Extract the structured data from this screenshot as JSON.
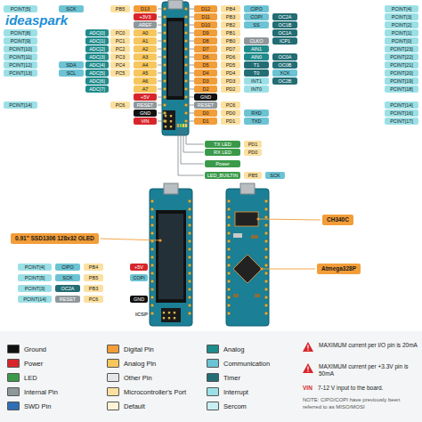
{
  "diagram": {
    "nodes": [
      {
        "text": [
          "0.91\" SSD1306 128x32 OLED"
        ]
      },
      {
        "text": [
          "CH340C"
        ]
      },
      {
        "text": [
          "Atmega328P"
        ]
      }
    ],
    "labels": [
      "ideaspark",
      "PCINT[5]",
      "SCK",
      "PB5",
      "D13",
      "+3V3",
      "AREF",
      "PCINT[8]",
      "ADC[0]",
      "PC0",
      "A0",
      "PCINT[9]",
      "ADC[1]",
      "PC1",
      "A1",
      "PCINT[10]",
      "ADC[2]",
      "PC2",
      "A2",
      "PCINT[11]",
      "ADC[3]",
      "PC3",
      "A3",
      "PCINT[12]",
      "SDA",
      "ADC[4]",
      "PC4",
      "A4",
      "PCINT[13]",
      "SCL",
      "ADC[5]",
      "PC5",
      "A5",
      "ADC[6]",
      "A6",
      "ADC[7]",
      "A7",
      "+5V",
      "PCINT[14]",
      "PC6",
      "RESET",
      "GND",
      "VIN",
      "D12",
      "PB4",
      "CIPO",
      "PCINT[4]",
      "D11",
      "PB3",
      "COPI",
      "OC2A",
      "PCINT[3]",
      "D10",
      "PB2",
      "SS",
      "OC1B",
      "PCINT[2]",
      "D9",
      "PB1",
      "OC1A",
      "PCINT[1]",
      "D8",
      "PB0",
      "CLKO",
      "ICP1",
      "PCINT[0]",
      "D7",
      "PD7",
      "AIN1",
      "PCINT[23]",
      "D6",
      "PD6",
      "AIN0",
      "OC0A",
      "PCINT[22]",
      "D5",
      "PD5",
      "T1",
      "OC0B",
      "PCINT[21]",
      "D4",
      "PD4",
      "T0",
      "XCK",
      "PCINT[20]",
      "D3",
      "PD3",
      "INT1",
      "OC2B",
      "PCINT[19]",
      "D2",
      "PD2",
      "INT0",
      "PCINT[18]",
      "GND",
      "RESET",
      "PC6",
      "PCINT[14]",
      "D0",
      "PD0",
      "RXD",
      "PCINT[16]",
      "D1",
      "PD1",
      "TXD",
      "PCINT[17]",
      "TX LED",
      "PD1",
      "RX LED",
      "PD0",
      "Power",
      "LED_BUILTIN",
      "PB5",
      "SCK",
      "ICSP",
      "PCINT[4]",
      "CIPO",
      "PB4",
      "+5V",
      "PCINT[5]",
      "SCK",
      "PB5",
      "COPI",
      "PCINT[3]",
      "OC2A",
      "PB3",
      "PCINT[14]",
      "RESET",
      "PC6",
      "GND",
      "MAXIMUM current per I/O pin is 20mA",
      "MAXIMUM current per +3.3V pin is 50mA",
      "VIN",
      "7-12 V input to the board.",
      "NOTE: CIPO/COPI have previously been referred to as MISO/MOSI"
    ],
    "legend": [
      {
        "text": "Ground",
        "color": "#111111"
      },
      {
        "text": "Power",
        "color": "#d7262b"
      },
      {
        "text": "LED",
        "color": "#3a9a4a"
      },
      {
        "text": "Internal Pin",
        "color": "#8f979b"
      },
      {
        "text": "SWD Pin",
        "color": "#2f6fb5"
      },
      {
        "text": "Digital Pin",
        "color": "#f29d38"
      },
      {
        "text": "Analog Pin",
        "color": "#f7c65c"
      },
      {
        "text": "Other Pin",
        "color": "#e6e6e6"
      },
      {
        "text": "Microcontroller's Port",
        "color": "#fbe0a0"
      },
      {
        "text": "Default",
        "color": "#fff3d6"
      },
      {
        "text": "Analog",
        "color": "#1f8b8b"
      },
      {
        "text": "Communication",
        "color": "#6cc3d3"
      },
      {
        "text": "Timer",
        "color": "#236d74"
      },
      {
        "text": "Interrupt",
        "color": "#9be0e6"
      },
      {
        "text": "Sercom",
        "color": "#c9eef1"
      }
    ]
  }
}
